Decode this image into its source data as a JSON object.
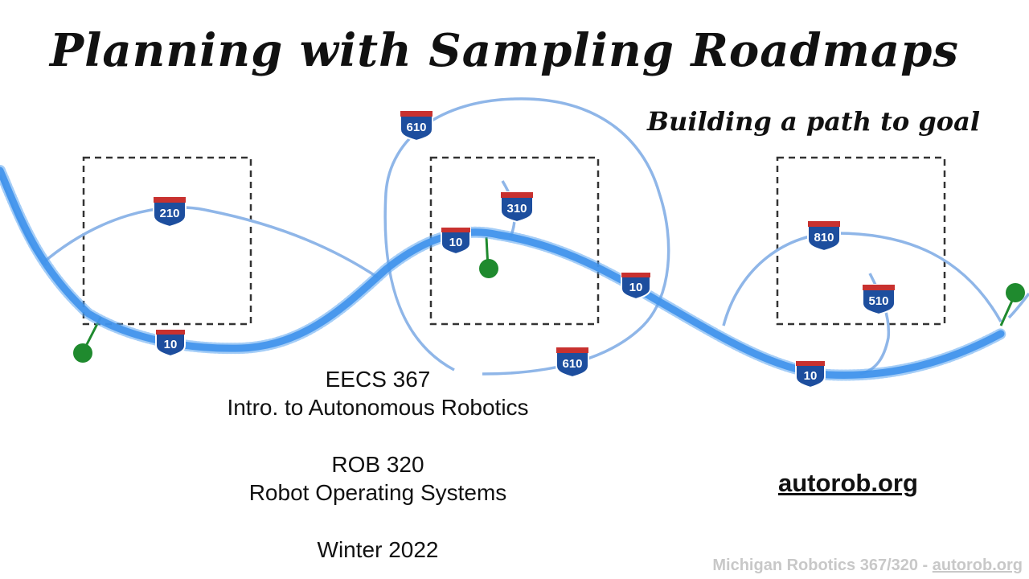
{
  "slide": {
    "title": "Planning with Sampling Roadmaps",
    "subtitle": "Building a path to goal",
    "course_lines": [
      "EECS 367",
      "Intro. to Autonomous Robotics",
      "ROB 320",
      "Robot Operating Systems",
      "Winter 2022"
    ],
    "link": "autorob.org",
    "footer_prefix": "Michigan Robotics 367/320 - ",
    "footer_link": "autorob.org"
  },
  "diagram": {
    "shields": [
      "210",
      "10",
      "610",
      "310",
      "10",
      "10",
      "610",
      "810",
      "510",
      "10"
    ],
    "colors": {
      "path": "#1f7de6",
      "road": "#8fb6e8",
      "node": "#1f8a2e",
      "shield_blue": "#1d4e9e",
      "shield_red": "#c8312f"
    }
  }
}
